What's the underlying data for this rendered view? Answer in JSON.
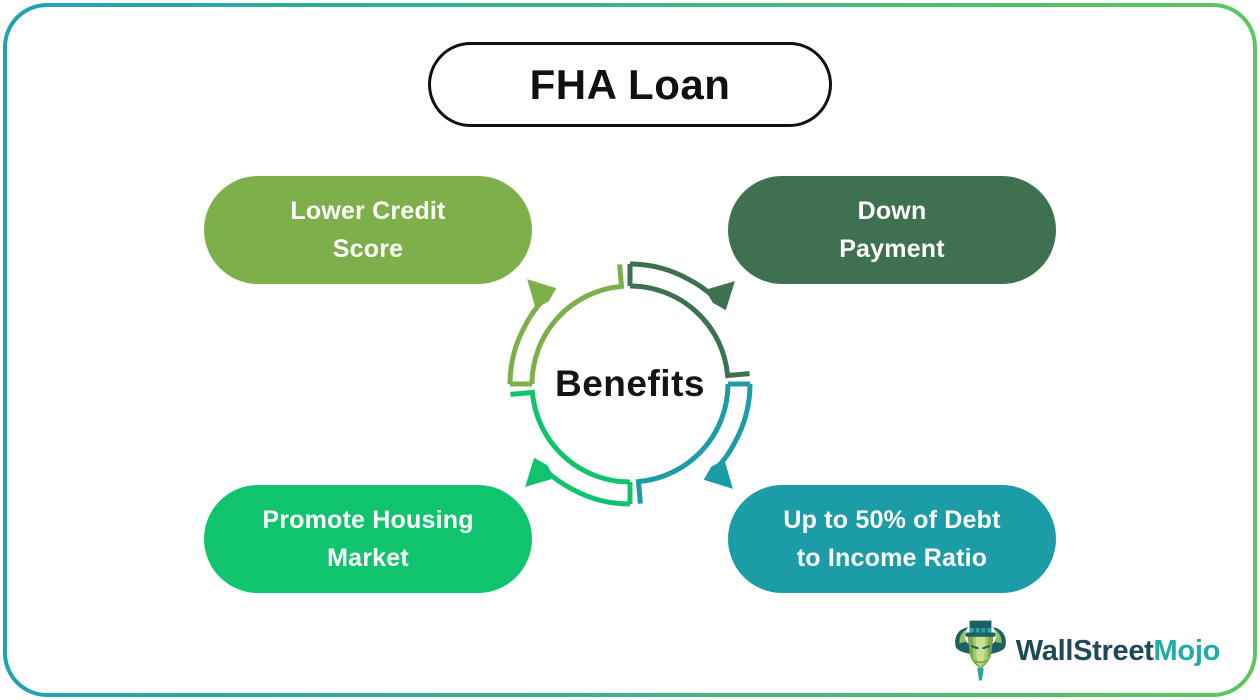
{
  "card": {
    "border_gradient": [
      "#21a2b1",
      "#5cc75c"
    ],
    "background": "#ffffff"
  },
  "title": {
    "label": "FHA Loan"
  },
  "center": {
    "label": "Benefits"
  },
  "pills": [
    {
      "id": "lower-credit-score",
      "lines": [
        "Lower Credit",
        "Score"
      ],
      "color": "#7db04b",
      "position": "top-left"
    },
    {
      "id": "down-payment",
      "lines": [
        "Down",
        "Payment"
      ],
      "color": "#3e7150",
      "position": "top-right"
    },
    {
      "id": "promote-housing-market",
      "lines": [
        "Promote Housing",
        "Market"
      ],
      "color": "#0fc46c",
      "position": "bottom-left"
    },
    {
      "id": "debt-to-income-ratio",
      "lines": [
        "Up to 50% of Debt",
        "to Income Ratio"
      ],
      "color": "#1b9ca6",
      "position": "bottom-right"
    }
  ],
  "cycle": {
    "arcs": [
      {
        "points_to": "down-payment",
        "color": "#3e7150"
      },
      {
        "points_to": "debt-to-income-ratio",
        "color": "#1b9ca6"
      },
      {
        "points_to": "promote-housing-market",
        "color": "#0fc46c"
      },
      {
        "points_to": "lower-credit-score",
        "color": "#7db04b"
      }
    ]
  },
  "logo": {
    "brand_first": "WallStreet",
    "brand_second": "Mojo",
    "first_color": "#1d4a55",
    "second_color": "#23aca4"
  }
}
